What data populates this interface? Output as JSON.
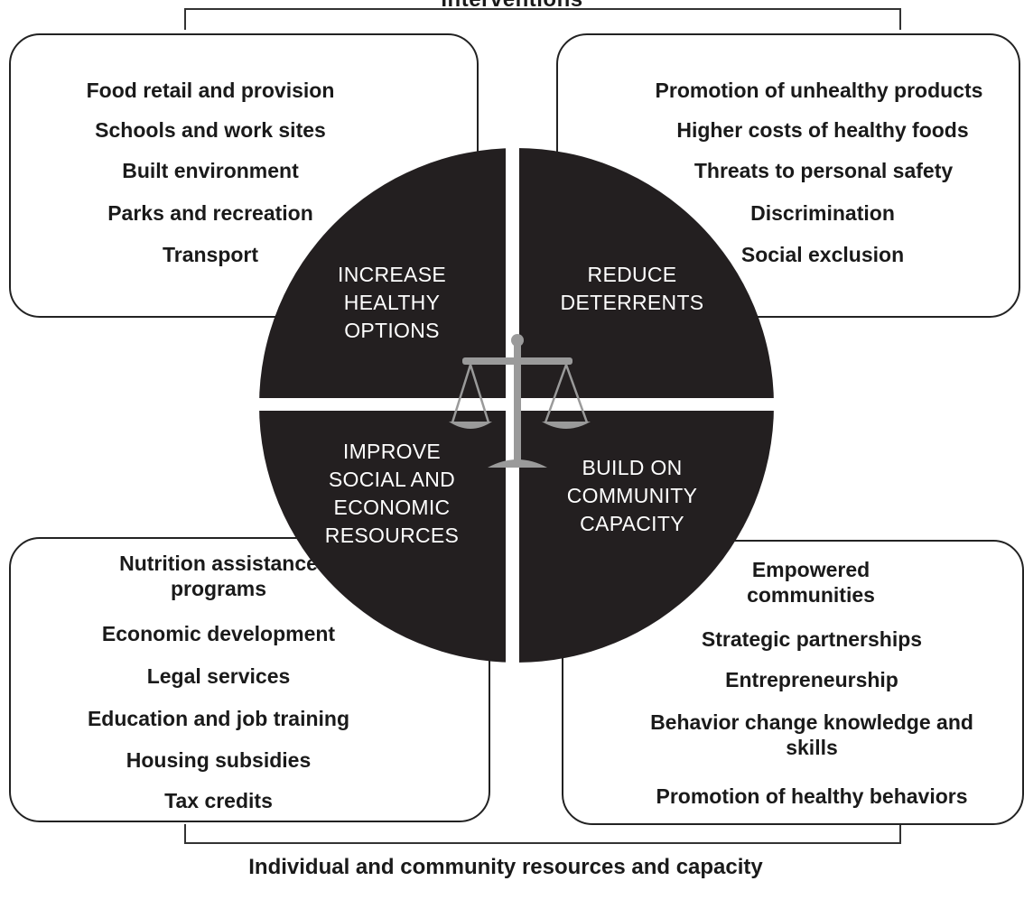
{
  "top_label": "Interventions",
  "bottom_label": "Individual and community resources and capacity",
  "quadrants": {
    "top_left": "INCREASE HEALTHY OPTIONS",
    "top_right": "REDUCE DETERRENTS",
    "bottom_left": "IMPROVE SOCIAL AND ECONOMIC RESOURCES",
    "bottom_right": "BUILD ON COMMUNITY CAPACITY"
  },
  "boxes": {
    "top_left": [
      "Food retail and provision",
      "Schools and work sites",
      "Built environment",
      "Parks and recreation",
      "Transport"
    ],
    "top_right": [
      "Promotion of unhealthy products",
      "Higher costs of healthy foods",
      "Threats to personal safety",
      "Discrimination",
      "Social exclusion"
    ],
    "bottom_left": [
      "Nutrition assistance programs",
      "Economic development",
      "Legal services",
      "Education and job training",
      "Housing subsidies",
      "Tax credits"
    ],
    "bottom_right": [
      "Empowered communities",
      "Strategic partnerships",
      "Entrepreneurship",
      "Behavior change knowledge and skills",
      "Promotion of healthy behaviors"
    ]
  },
  "colors": {
    "disc": "#231f20",
    "scale": "#9a9a9a",
    "text": "#1a1a1a"
  }
}
